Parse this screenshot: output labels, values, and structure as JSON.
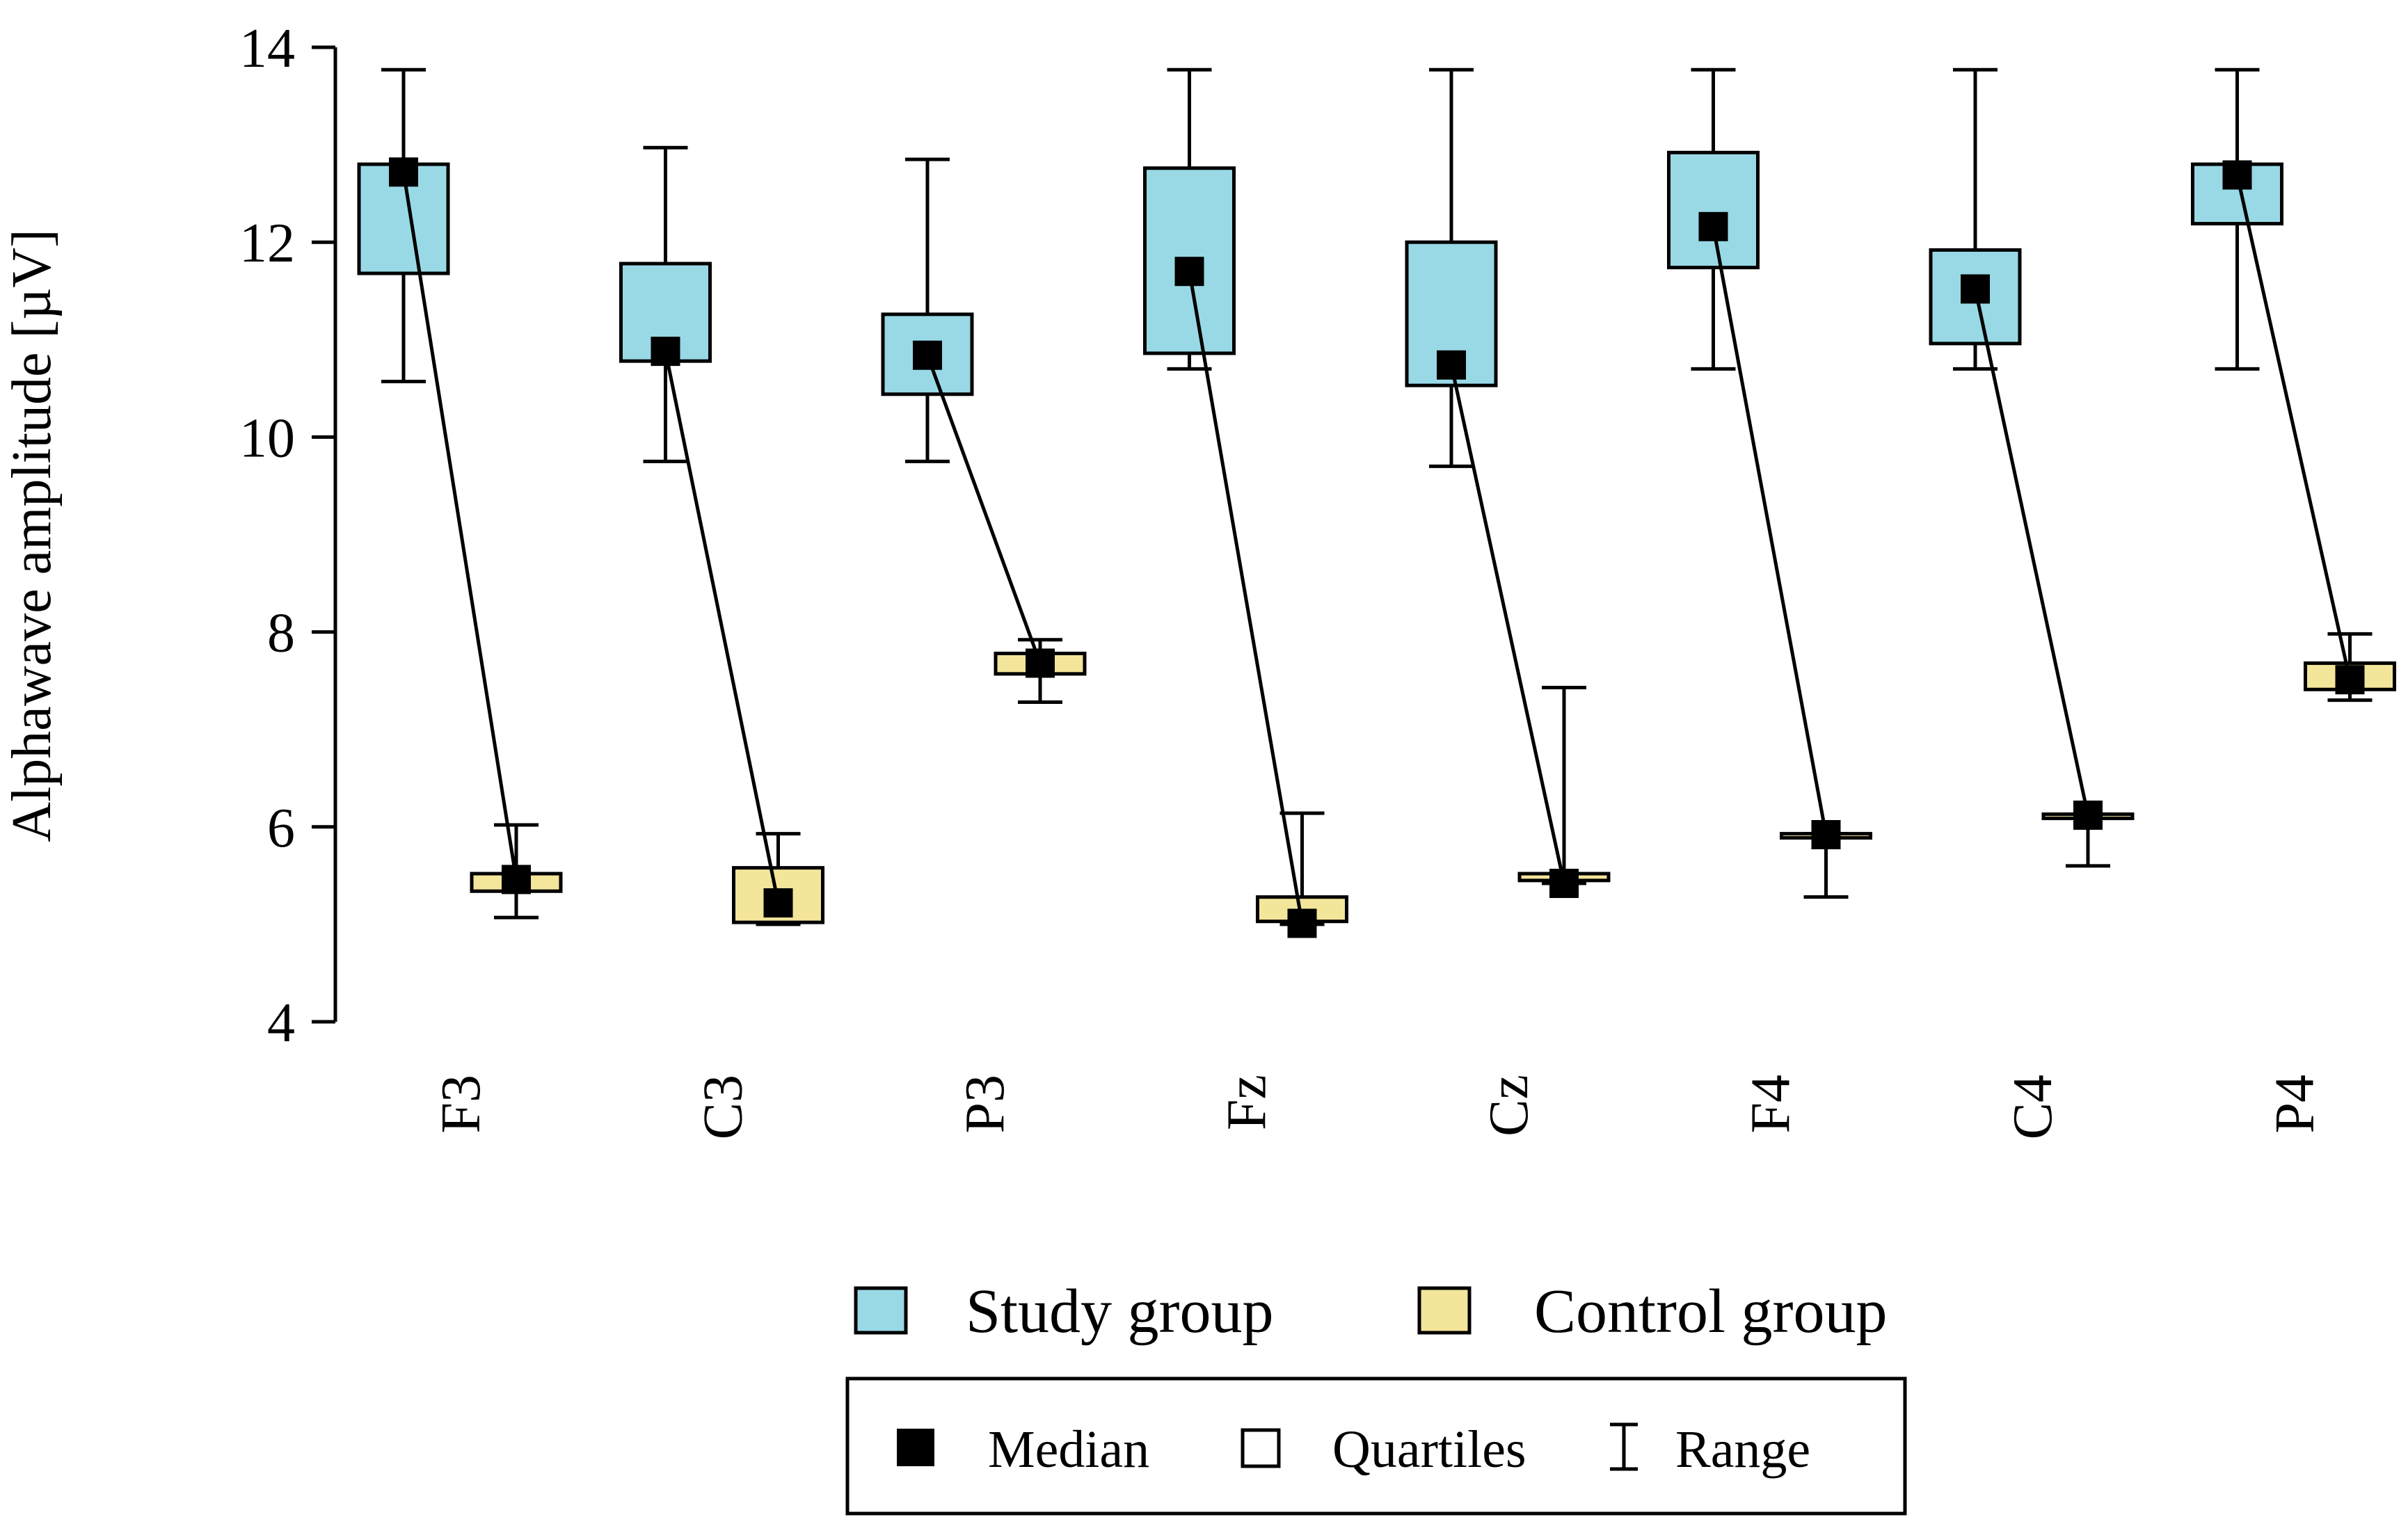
{
  "chart_data": {
    "type": "boxplot",
    "ylabel": "Alphawave amplitude [µV]",
    "ylim": [
      4,
      14
    ],
    "yticks": [
      4,
      6,
      8,
      10,
      12,
      14
    ],
    "categories": [
      "F3",
      "C3",
      "P3",
      "Fz",
      "Cz",
      "F4",
      "C4",
      "P4"
    ],
    "series": [
      {
        "name": "Study group",
        "color": "#99d9e6",
        "boxes": [
          {
            "min": 10.57,
            "q1": 11.68,
            "median": 12.72,
            "q3": 12.8,
            "max": 13.77
          },
          {
            "min": 9.75,
            "q1": 10.78,
            "median": 10.88,
            "q3": 11.78,
            "max": 12.97
          },
          {
            "min": 9.75,
            "q1": 10.44,
            "median": 10.84,
            "q3": 11.26,
            "max": 12.85
          },
          {
            "min": 10.7,
            "q1": 10.86,
            "median": 11.7,
            "q3": 12.76,
            "max": 13.77
          },
          {
            "min": 9.7,
            "q1": 10.53,
            "median": 10.74,
            "q3": 12.0,
            "max": 13.77
          },
          {
            "min": 10.7,
            "q1": 11.74,
            "median": 12.16,
            "q3": 12.92,
            "max": 13.77
          },
          {
            "min": 10.7,
            "q1": 10.96,
            "median": 11.52,
            "q3": 11.92,
            "max": 13.77
          },
          {
            "min": 10.7,
            "q1": 12.19,
            "median": 12.69,
            "q3": 12.8,
            "max": 13.77
          }
        ]
      },
      {
        "name": "Control group",
        "color": "#f3e59a",
        "boxes": [
          {
            "min": 5.07,
            "q1": 5.34,
            "median": 5.46,
            "q3": 5.52,
            "max": 6.02
          },
          {
            "min": 5.0,
            "q1": 5.02,
            "median": 5.22,
            "q3": 5.58,
            "max": 5.93
          },
          {
            "min": 7.28,
            "q1": 7.57,
            "median": 7.68,
            "q3": 7.78,
            "max": 7.92
          },
          {
            "min": 5.0,
            "q1": 5.03,
            "median": 5.01,
            "q3": 5.28,
            "max": 6.14
          },
          {
            "min": 5.42,
            "q1": 5.45,
            "median": 5.42,
            "q3": 5.52,
            "max": 7.43
          },
          {
            "min": 5.28,
            "q1": 5.93,
            "median": 5.92,
            "q3": 5.93,
            "max": 5.93
          },
          {
            "min": 5.6,
            "q1": 6.13,
            "median": 6.12,
            "q3": 6.13,
            "max": 6.13
          },
          {
            "min": 7.3,
            "q1": 7.41,
            "median": 7.51,
            "q3": 7.68,
            "max": 7.98
          }
        ]
      }
    ],
    "median_lines": "each category's Study group median connected to its Control group median",
    "legend": {
      "groups_position": "bottom-center",
      "key_position": "bottom-center, boxed",
      "key_items": [
        {
          "symbol": "filled-square",
          "label": "Median"
        },
        {
          "symbol": "open-square",
          "label": "Quartiles"
        },
        {
          "symbol": "i-beam",
          "label": "Range"
        }
      ]
    },
    "grid": false
  }
}
